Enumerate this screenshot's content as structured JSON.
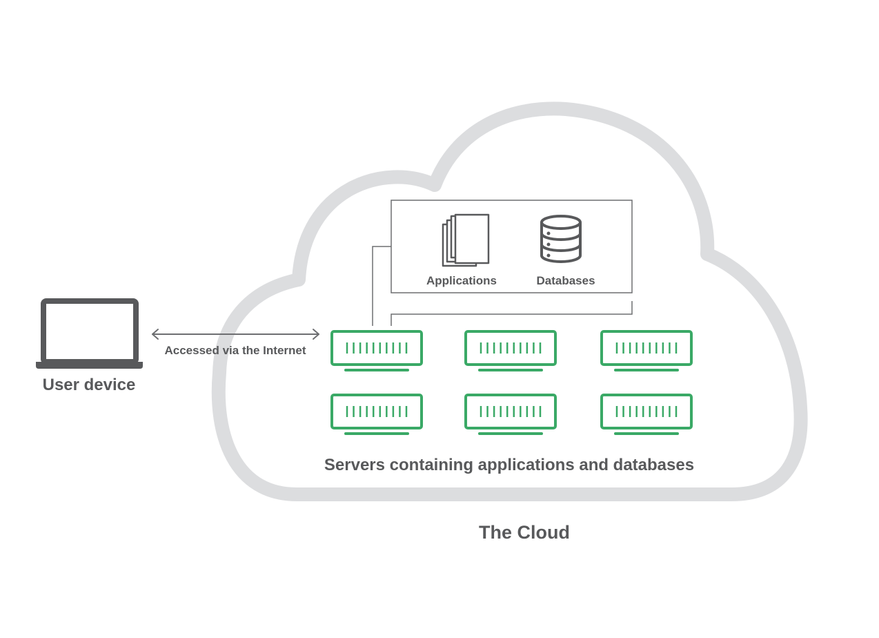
{
  "labels": {
    "user_device": "User device",
    "connection": "Accessed via the Internet",
    "applications": "Applications",
    "databases": "Databases",
    "servers": "Servers containing applications and databases",
    "cloud": "The Cloud"
  },
  "colors": {
    "cloud_outline": "#dcdddf",
    "server_green": "#3aa966",
    "device_gray": "#58595b",
    "text_gray": "#58595b",
    "line_gray": "#6d6e71"
  },
  "icons": {
    "device": "laptop-icon",
    "applications": "stacked-documents-icon",
    "databases": "database-cylinder-icon",
    "server": "server-rack-icon",
    "connection": "double-arrow-icon"
  },
  "servers": {
    "rows": 2,
    "columns": 3,
    "vents_per_server": 10
  }
}
